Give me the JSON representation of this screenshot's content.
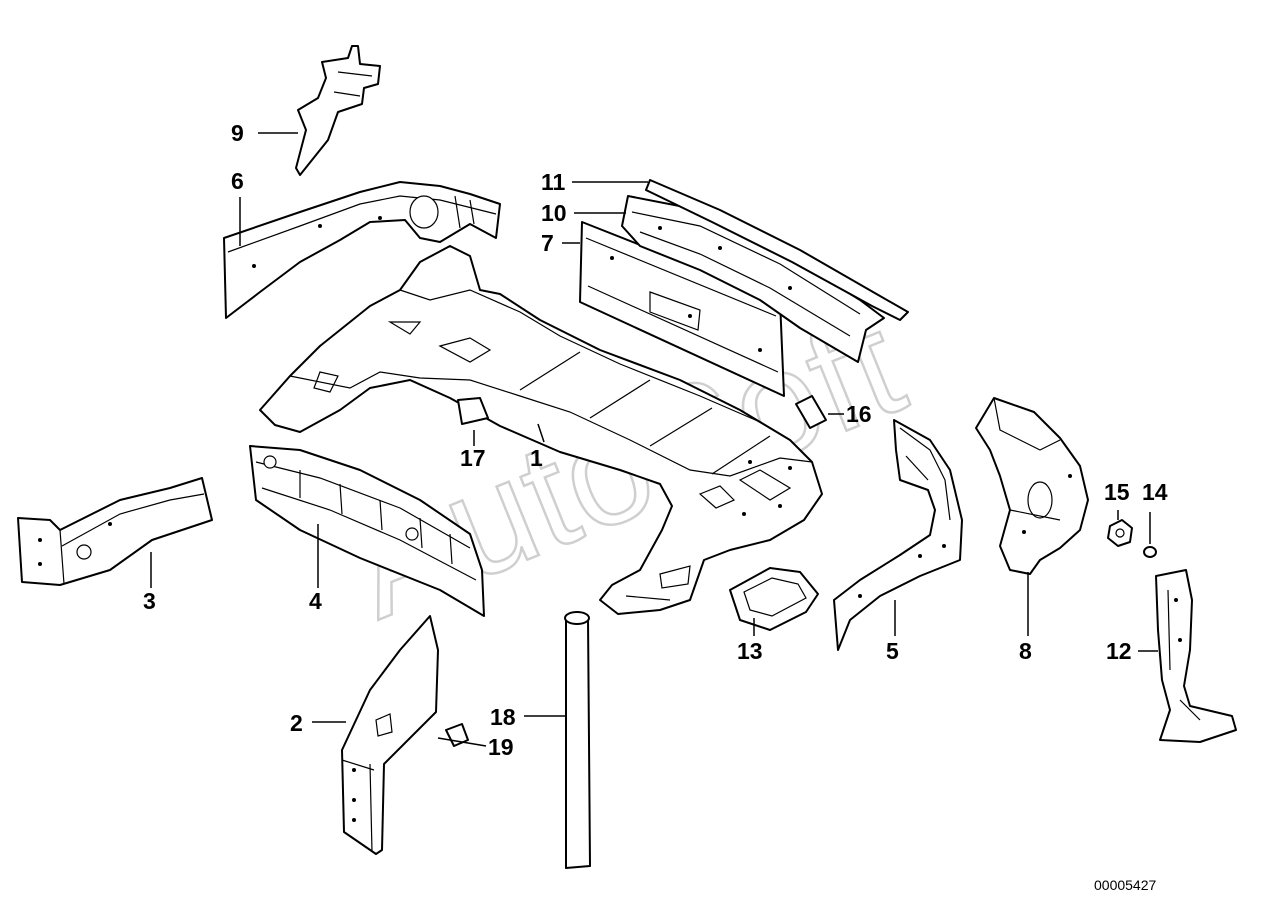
{
  "watermark": "AutoSoft",
  "reference_number": "00005427",
  "callouts": [
    {
      "id": "1",
      "label": "1"
    },
    {
      "id": "2",
      "label": "2"
    },
    {
      "id": "3",
      "label": "3"
    },
    {
      "id": "4",
      "label": "4"
    },
    {
      "id": "5",
      "label": "5"
    },
    {
      "id": "6",
      "label": "6"
    },
    {
      "id": "7",
      "label": "7"
    },
    {
      "id": "8",
      "label": "8"
    },
    {
      "id": "9",
      "label": "9"
    },
    {
      "id": "10",
      "label": "10"
    },
    {
      "id": "11",
      "label": "11"
    },
    {
      "id": "12",
      "label": "12"
    },
    {
      "id": "13",
      "label": "13"
    },
    {
      "id": "14",
      "label": "14"
    },
    {
      "id": "15",
      "label": "15"
    },
    {
      "id": "16",
      "label": "16"
    },
    {
      "id": "17",
      "label": "17"
    },
    {
      "id": "18",
      "label": "18"
    },
    {
      "id": "19",
      "label": "19"
    }
  ]
}
